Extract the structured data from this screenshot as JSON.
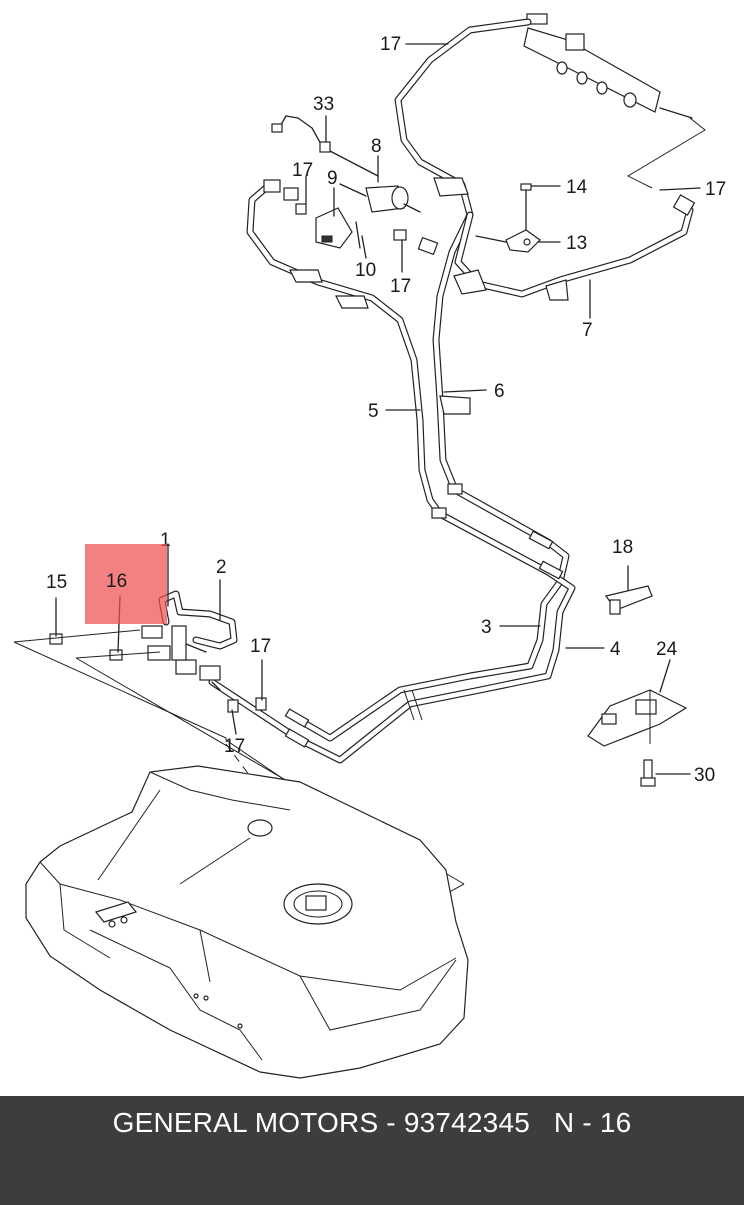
{
  "diagram": {
    "callouts": {
      "c1": "1",
      "c2": "2",
      "c3": "3",
      "c4": "4",
      "c5": "5",
      "c6": "6",
      "c7": "7",
      "c8": "8",
      "c9": "9",
      "c10": "10",
      "c13": "13",
      "c14": "14",
      "c15": "15",
      "c16": "16",
      "c17a": "17",
      "c17b": "17",
      "c17c": "17",
      "c17d": "17",
      "c17e": "17",
      "c17f": "17",
      "c18": "18",
      "c24": "24",
      "c30": "30",
      "c33": "33"
    },
    "highlight_color": "#f05050"
  },
  "footer": {
    "brand": "GENERAL MOTORS",
    "part_number": "93742345",
    "ref": "N - 16",
    "text": "GENERAL MOTORS - 93742345   N - 16",
    "background": "#3d3d3d",
    "text_color": "#ffffff"
  }
}
